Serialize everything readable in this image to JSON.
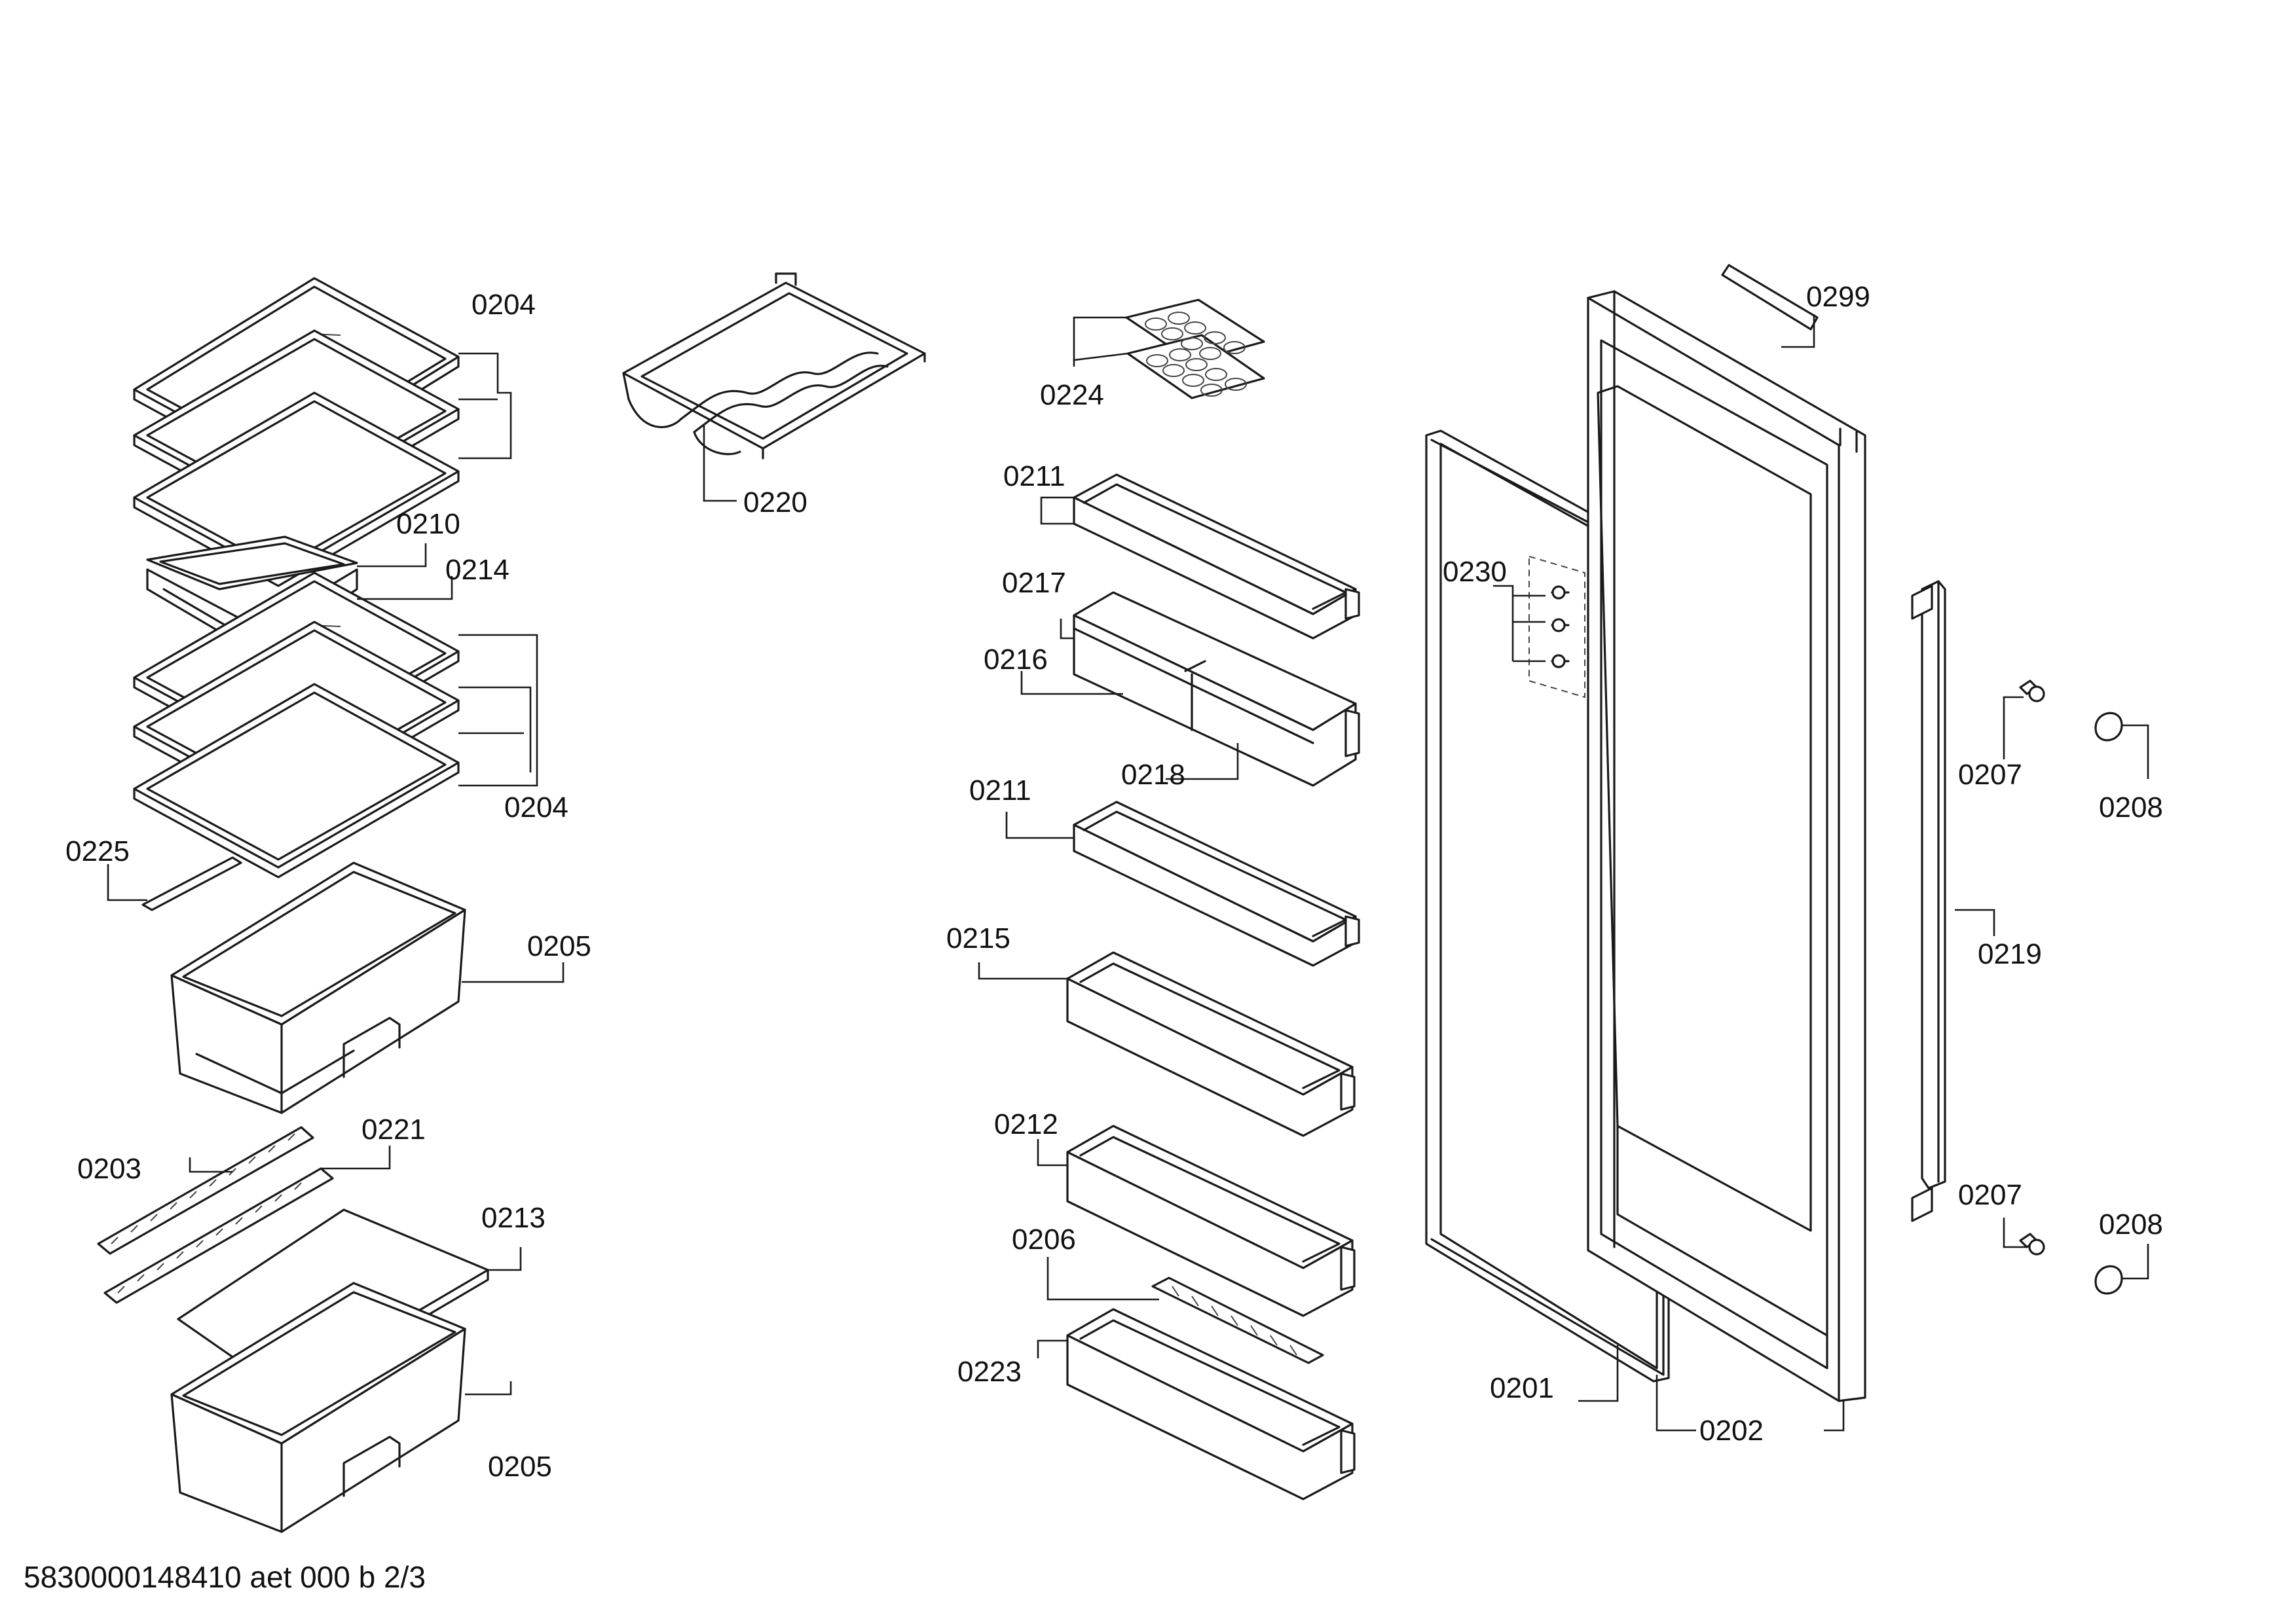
{
  "labels": {
    "l0204a": "0204",
    "l0204b": "0204",
    "l0210": "0210",
    "l0214": "0214",
    "l0225": "0225",
    "l0205a": "0205",
    "l0205b": "0205",
    "l0203": "0203",
    "l0221": "0221",
    "l0213": "0213",
    "l0220": "0220",
    "l0224": "0224",
    "l0211a": "0211",
    "l0211b": "0211",
    "l0217": "0217",
    "l0216": "0216",
    "l0218": "0218",
    "l0215": "0215",
    "l0212": "0212",
    "l0206": "0206",
    "l0223": "0223",
    "l0230": "0230",
    "l0201": "0201",
    "l0202": "0202",
    "l0299": "0299",
    "l0207a": "0207",
    "l0207b": "0207",
    "l0208a": "0208",
    "l0208b": "0208",
    "l0219": "0219"
  },
  "footer": "5830000148410 aet 000 b 2/3"
}
